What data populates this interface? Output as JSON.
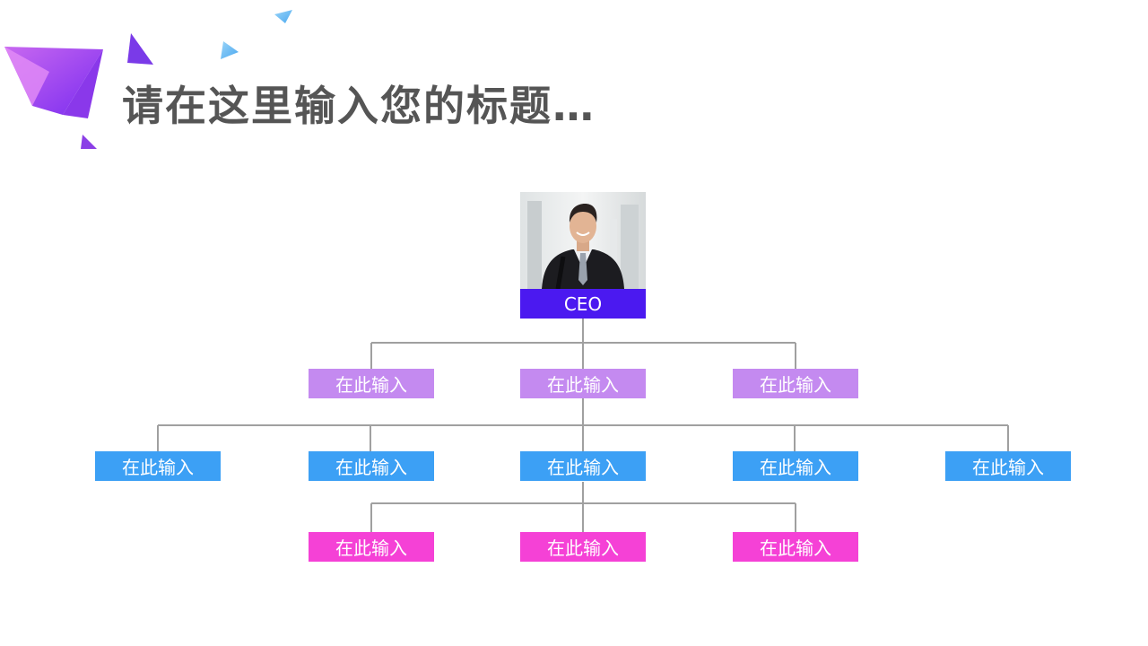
{
  "title": "请在这里输入您的标题…",
  "colors": {
    "ceo": "#4b19f0",
    "level1": "#c48af0",
    "level2": "#3ca0f5",
    "level3": "#f541d6",
    "line": "#a0a0a0",
    "title": "#555555"
  },
  "ceo": {
    "label": "CEO",
    "photo": "businessman-portrait"
  },
  "level1": [
    "在此输入",
    "在此输入",
    "在此输入"
  ],
  "level2": [
    "在此输入",
    "在此输入",
    "在此输入",
    "在此输入",
    "在此输入"
  ],
  "level3": [
    "在此输入",
    "在此输入",
    "在此输入"
  ]
}
